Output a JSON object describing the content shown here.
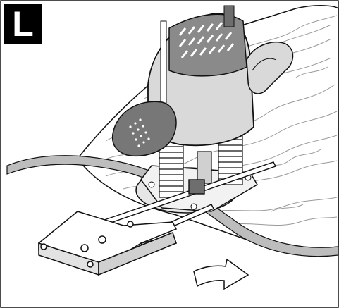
{
  "panel": {
    "label": "L"
  },
  "colors": {
    "outline": "#111111",
    "wood_grain": "#9a9a9a",
    "cord": "#bdbdbd",
    "router_body": "#d9d9d9",
    "router_dark": "#6e6e6e",
    "background": "#ffffff"
  },
  "illustration": {
    "subject": "plunge-router-with-parallel-guide",
    "elements": [
      "router-motor-housing",
      "router-handle",
      "router-plunge-springs",
      "router-base-plate",
      "parallel-guide-rods",
      "parallel-guide-fence",
      "workpiece-board",
      "power-cord",
      "feed-direction-arrow-icon"
    ]
  }
}
